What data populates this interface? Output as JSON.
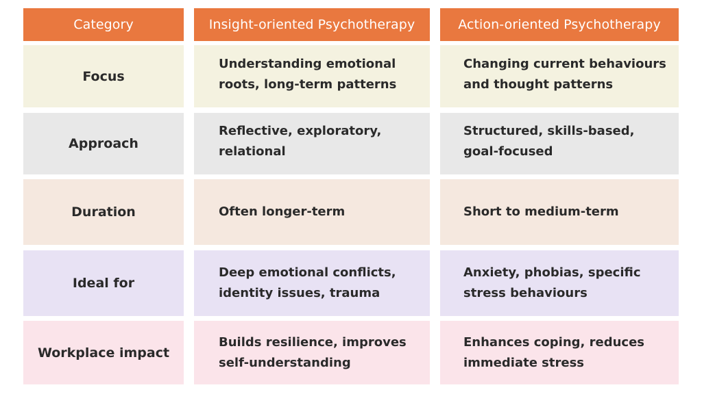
{
  "header": {
    "category": "Category",
    "insight": "Insight-oriented Psychotherapy",
    "action": "Action-oriented Psychotherapy"
  },
  "rows": [
    {
      "category": "Focus",
      "insight": [
        "Understanding emotional",
        "roots, long-term patterns"
      ],
      "action": [
        "Changing current behaviours",
        "and thought patterns"
      ]
    },
    {
      "category": "Approach",
      "insight": [
        "Reflective, exploratory,",
        "relational"
      ],
      "action": [
        "Structured, skills-based,",
        "goal-focused"
      ]
    },
    {
      "category": "Duration",
      "insight": [
        "Often longer-term"
      ],
      "action": [
        "Short to medium-term"
      ]
    },
    {
      "category": "Ideal for",
      "insight": [
        "Deep emotional conflicts,",
        "identity issues, trauma"
      ],
      "action": [
        "Anxiety, phobias, specific",
        "stress behaviours"
      ]
    },
    {
      "category": "Workplace impact",
      "insight": [
        "Builds resilience, improves",
        "self-understanding"
      ],
      "action": [
        "Enhances coping, reduces",
        "immediate stress"
      ]
    }
  ],
  "colors": {
    "header_bg": "#e9783f",
    "header_text": "#ffffff",
    "row_focus": "#f4f2e0",
    "row_approach": "#e8e8e8",
    "row_duration": "#f5e8df",
    "row_ideal_for": "#e8e2f4",
    "row_workplace_impact": "#fbe4ea"
  }
}
